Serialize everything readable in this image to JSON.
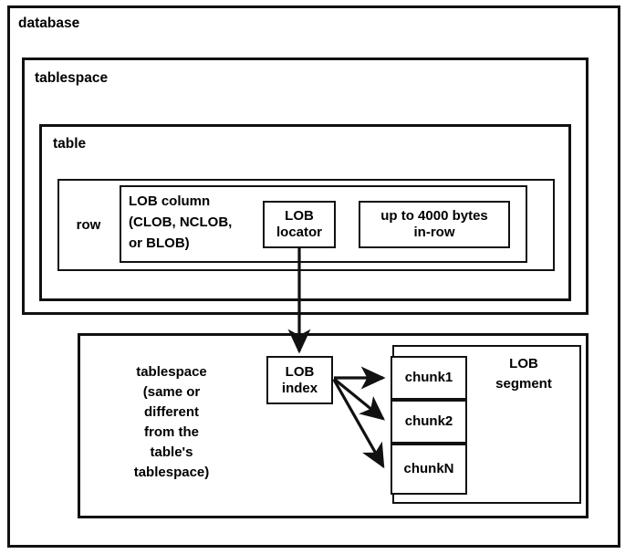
{
  "diagram": {
    "title_hidden": "Oracle LOB storage architecture",
    "containers": {
      "database": {
        "label": "database"
      },
      "tablespace_top": {
        "label": "tablespace"
      },
      "table": {
        "label": "table"
      },
      "row": {
        "label": "row"
      },
      "tablespace_bottom": {
        "label_lines": [
          "tablespace",
          "(same or",
          "different",
          "from the",
          "table's",
          "tablespace)"
        ],
        "label": "tablespace (same or different from the table's tablespace)"
      },
      "lob_segment": {
        "label_lines": [
          "LOB",
          "segment"
        ],
        "label": "LOB segment"
      }
    },
    "nodes": {
      "lob_column": {
        "label_lines": [
          "LOB column",
          "(CLOB, NCLOB,",
          "or BLOB)"
        ],
        "label": "LOB column (CLOB, NCLOB, or BLOB)"
      },
      "lob_locator": {
        "label_lines": [
          "LOB",
          "locator"
        ],
        "label": "LOB locator"
      },
      "in_row": {
        "label_lines": [
          "up to 4000 bytes",
          "in-row"
        ],
        "label": "up to 4000 bytes in-row"
      },
      "lob_index": {
        "label_lines": [
          "LOB",
          "index"
        ],
        "label": "LOB index"
      },
      "chunks": [
        {
          "label": "chunk1"
        },
        {
          "label": "chunk2"
        },
        {
          "label": "chunkN"
        }
      ]
    },
    "connections": [
      {
        "from": "lob_locator",
        "to": "lob_index",
        "style": "arrow-down"
      },
      {
        "from": "lob_index",
        "to": "chunk1",
        "style": "arrow"
      },
      {
        "from": "lob_index",
        "to": "chunk2",
        "style": "arrow"
      },
      {
        "from": "lob_index",
        "to": "chunkN",
        "style": "arrow"
      }
    ],
    "colors": {
      "stroke": "#111111",
      "background": "#ffffff",
      "text": "#000000"
    }
  }
}
